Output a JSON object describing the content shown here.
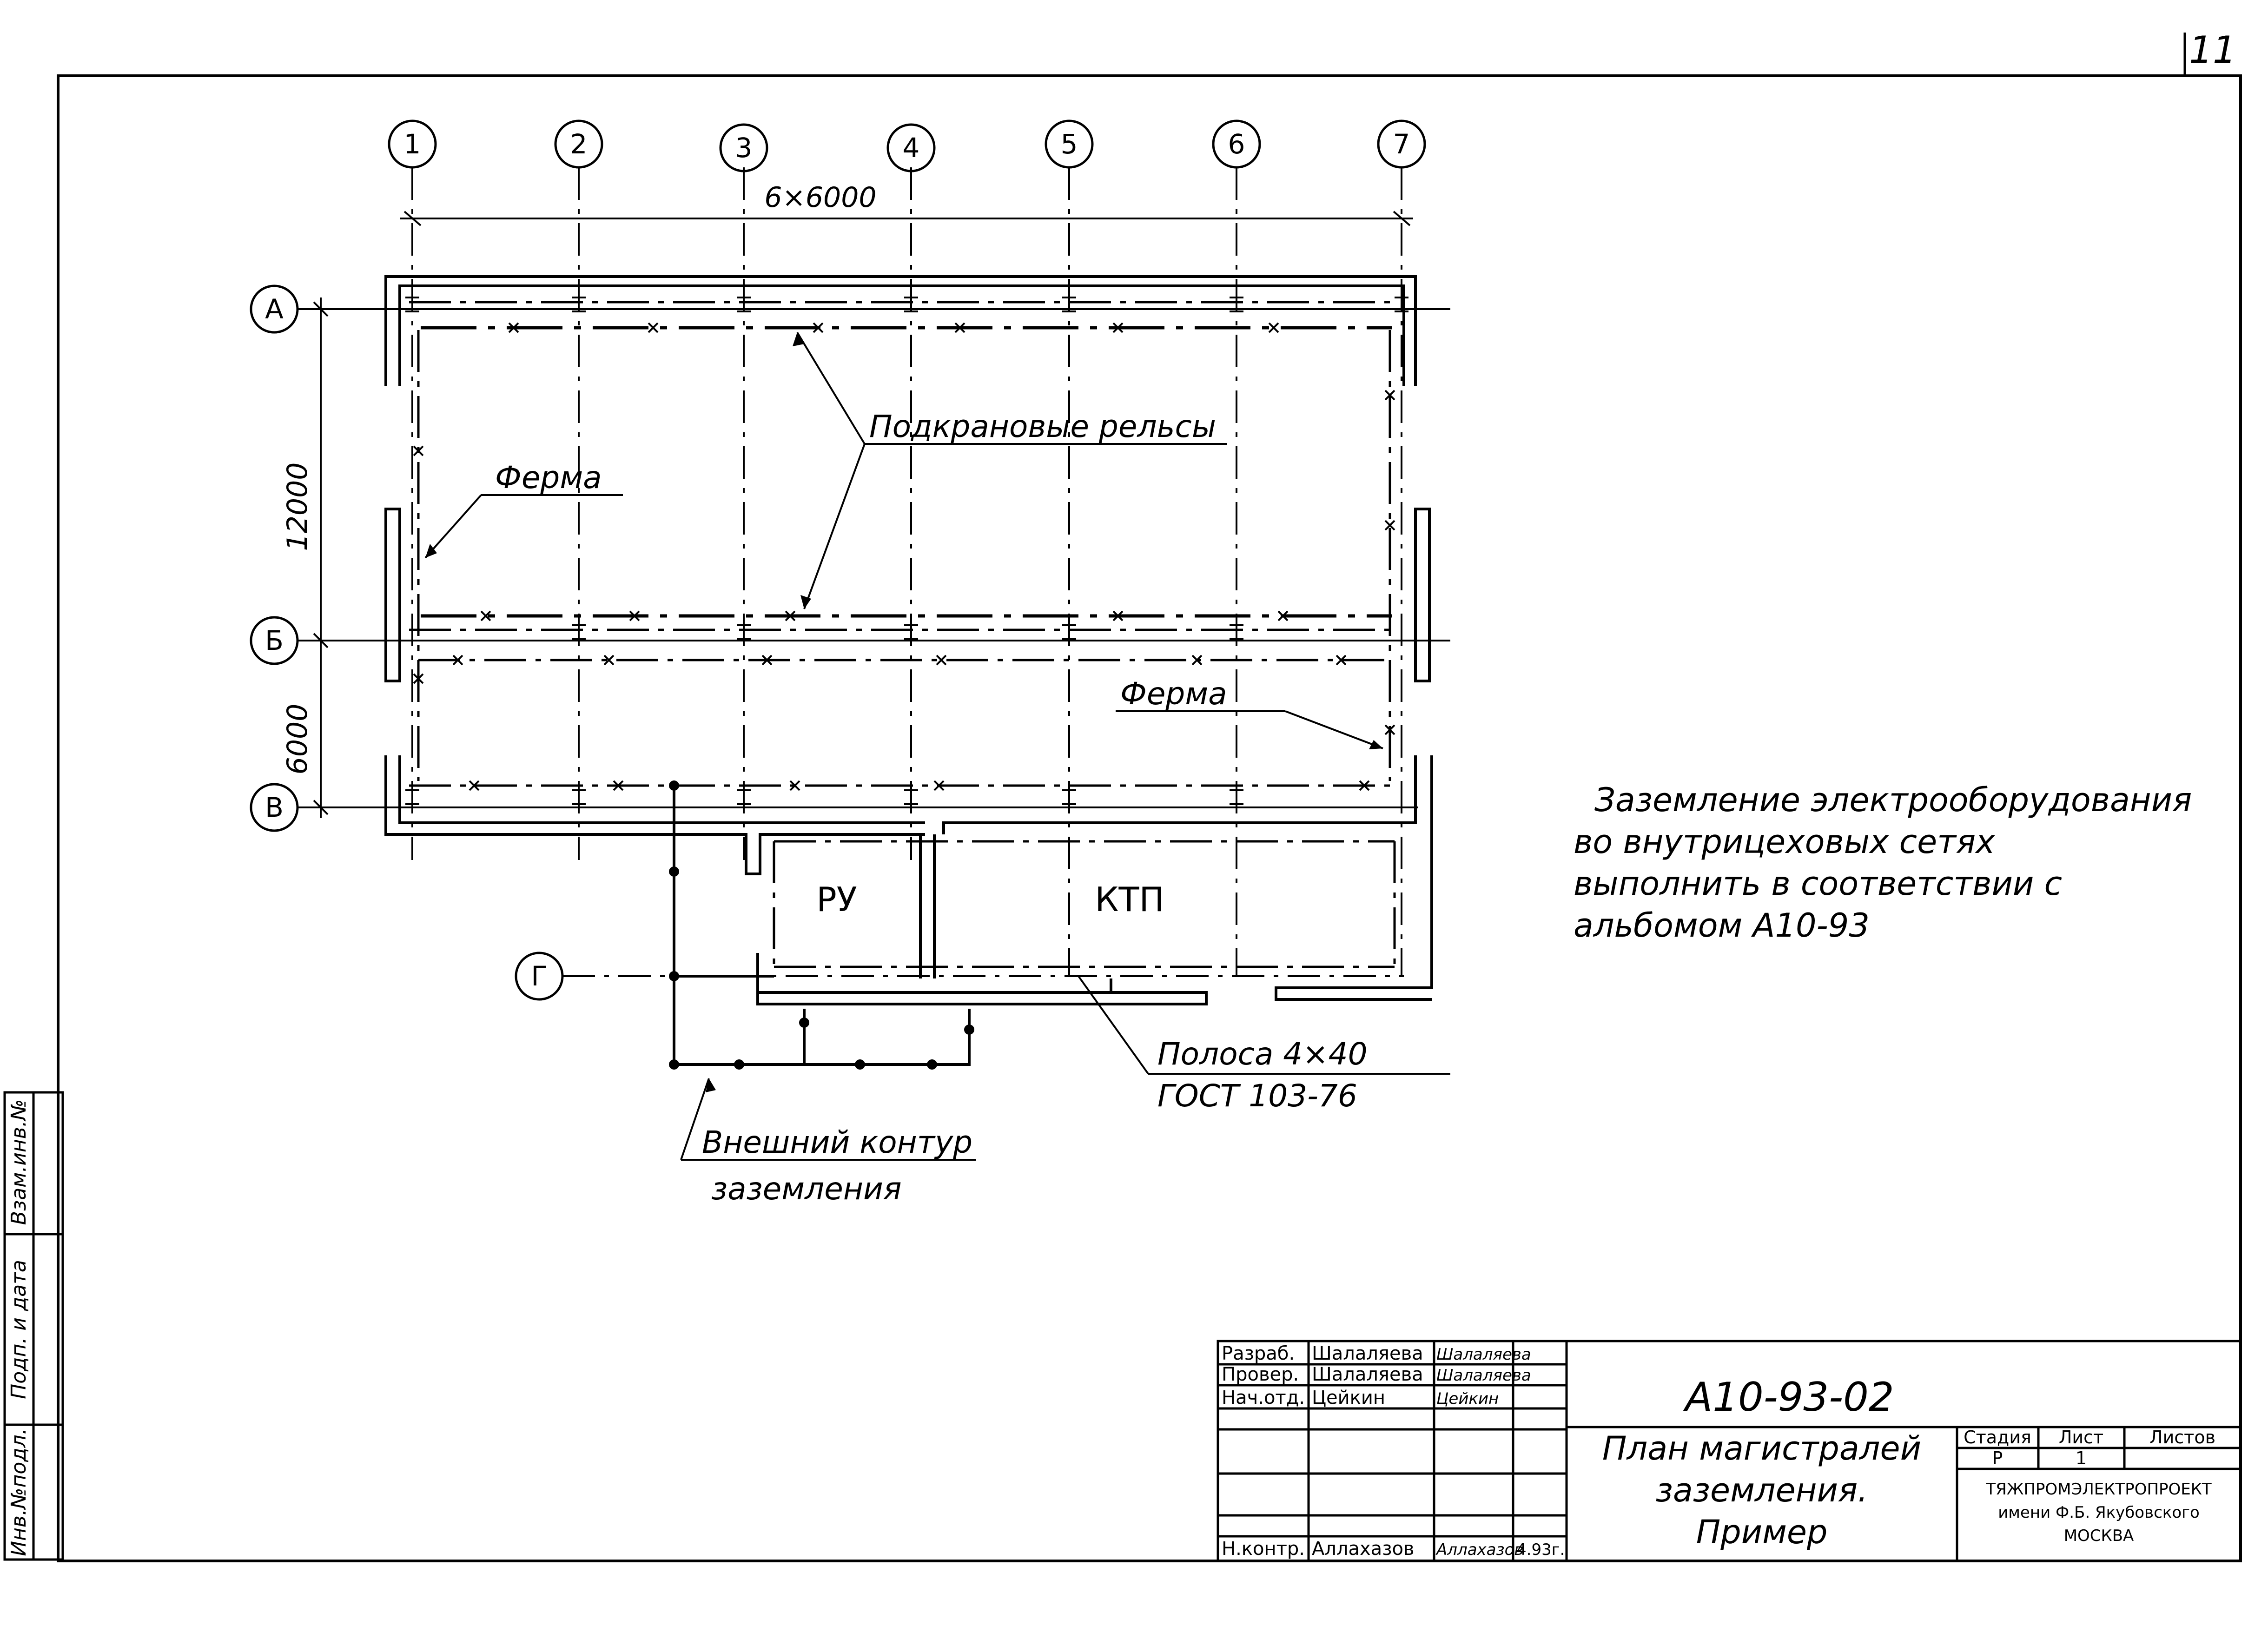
{
  "sheet_number": "11",
  "grid_axes_columns": [
    "1",
    "2",
    "3",
    "4",
    "5",
    "6",
    "7"
  ],
  "grid_axes_rows": [
    "А",
    "Б",
    "В",
    "Г"
  ],
  "dimensions": {
    "top": "6×6000",
    "left_upper": "12000",
    "left_lower": "6000"
  },
  "callouts": {
    "crane_rails": "Подкрановые рельсы",
    "ferma_left": "Ферма",
    "ferma_right": "Ферма",
    "strip_line1": "Полоса 4×40",
    "strip_line2": "ГОСТ 103-76",
    "outer_loop_line1": "Внешний контур",
    "outer_loop_line2": "заземления"
  },
  "rooms": {
    "ru": "РУ",
    "ktp": "КТП"
  },
  "note": [
    "Заземление электрооборудования",
    "во внутрицеховых сетях",
    "выполнить в соответствии с",
    "альбомом А10-93"
  ],
  "side_stamp": [
    "Инв.№подл.",
    "Подп. и дата",
    "Взам.инв.№"
  ],
  "title_block": {
    "roles": [
      "Разраб.",
      "Провер.",
      "Нач.отд.",
      "Н.контр."
    ],
    "names": [
      "Шалаляева",
      "Шалаляева",
      "Цейкин",
      "Аллахазов"
    ],
    "signatures": [
      "Шалаляева",
      "Шалаляева",
      "Цейкин",
      "Аллахазов"
    ],
    "date": "4.93г.",
    "code": "А10-93-02",
    "title_line1": "План магистралей",
    "title_line2": "заземления.",
    "title_line3": "Пример",
    "stage_label": "Стадия",
    "sheet_label": "Лист",
    "sheets_label": "Листов",
    "stage_value": "Р",
    "sheet_value": "1",
    "org_line1": "ТЯЖПРОМЭЛЕКТРОПРОЕКТ",
    "org_line2": "имени Ф.Б. Якубовского",
    "org_line3": "МОСКВА"
  }
}
